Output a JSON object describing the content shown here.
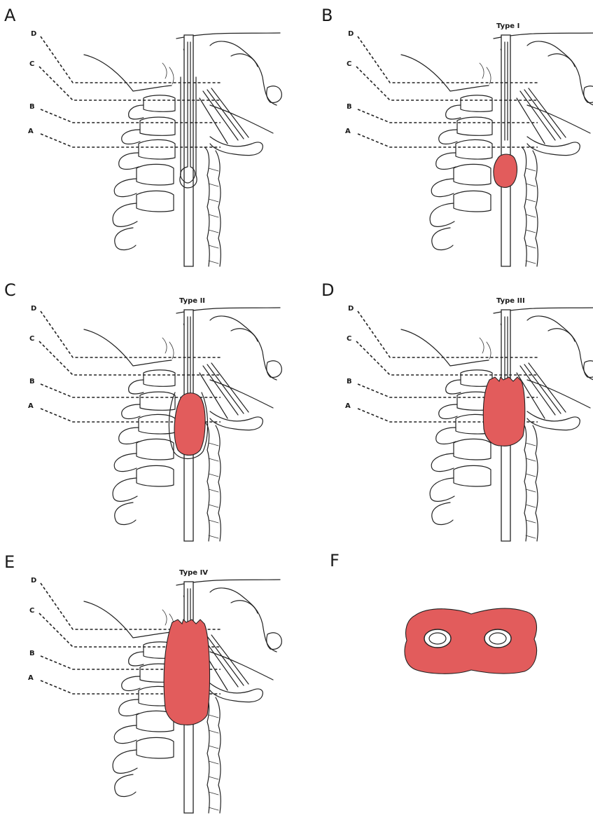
{
  "panels": [
    {
      "letter": "A",
      "title": "",
      "levels": [
        "D",
        "C",
        "B",
        "A"
      ]
    },
    {
      "letter": "B",
      "title": "Type I",
      "levels": [
        "D",
        "C",
        "B",
        "A"
      ]
    },
    {
      "letter": "C",
      "title": "Type II",
      "levels": [
        "D",
        "C",
        "B",
        "A"
      ]
    },
    {
      "letter": "D",
      "title": "Type III",
      "levels": [
        "D",
        "C",
        "B",
        "A"
      ]
    },
    {
      "letter": "E",
      "title": "Type IV",
      "levels": [
        "D",
        "C",
        "B",
        "A"
      ]
    },
    {
      "letter": "F",
      "title": ""
    }
  ],
  "colors": {
    "tumor": "#e25c5c",
    "ink": "#222222",
    "background": "#ffffff"
  }
}
